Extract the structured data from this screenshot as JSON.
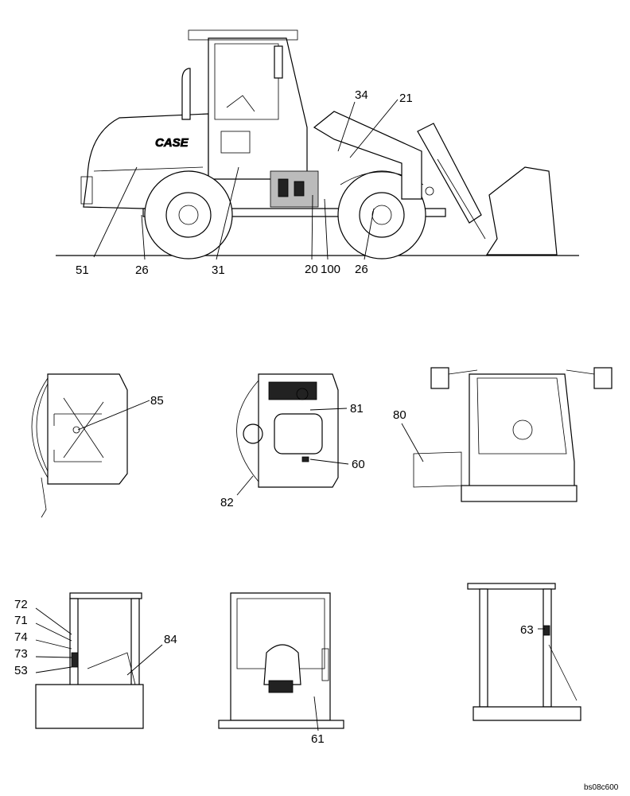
{
  "figure": {
    "reference_code": "bs08c600"
  },
  "views": {
    "loader_side": {
      "callouts": [
        "34",
        "21",
        "51",
        "26",
        "31",
        "20",
        "100",
        "26"
      ],
      "brand_mark": "CASE"
    },
    "cab_roof_top": {
      "callouts": [
        "85"
      ]
    },
    "cab_floor_top": {
      "callouts": [
        "81",
        "60",
        "82"
      ]
    },
    "cab_rear": {
      "callouts": [
        "80"
      ]
    },
    "cab_left_side": {
      "callouts": [
        "72",
        "71",
        "74",
        "73",
        "53",
        "84"
      ]
    },
    "cab_front": {
      "callouts": [
        "61"
      ]
    },
    "cab_right_side": {
      "callouts": [
        "63"
      ]
    }
  }
}
